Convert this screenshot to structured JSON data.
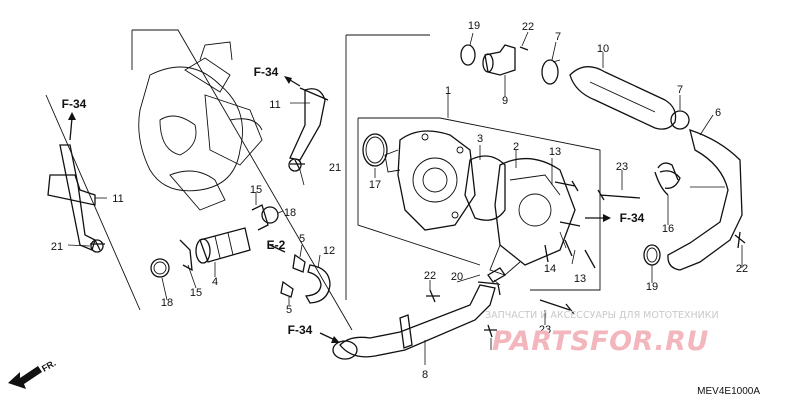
{
  "diagram": {
    "part_numbers": {
      "p1": "1",
      "p2": "2",
      "p3": "3",
      "p4": "4",
      "p5a": "5",
      "p5b": "5",
      "p6": "6",
      "p7a": "7",
      "p7b": "7",
      "p8": "8",
      "p9": "9",
      "p10": "10",
      "p11a": "11",
      "p11b": "11",
      "p12": "12",
      "p13a": "13",
      "p13b": "13",
      "p14": "14",
      "p15a": "15",
      "p15b": "15",
      "p16": "16",
      "p17": "17",
      "p18a": "18",
      "p18b": "18",
      "p19a": "19",
      "p19b": "19",
      "p20": "20",
      "p21a": "21",
      "p21b": "21",
      "p22a": "22",
      "p22b": "22",
      "p22c": "22",
      "p23a": "23",
      "p23b": "23"
    },
    "references": {
      "f34_top": "F-34",
      "f34_left": "F-34",
      "f34_right": "F-34",
      "f34_bottom": "F-34",
      "e2": "E-2"
    },
    "front_marker": "FR.",
    "diagram_code": "MEV4E1000A"
  },
  "watermark": {
    "caption": "ЗАПЧАСТИ И АКСЕССУАРЫ ДЛЯ МОТОТЕХНИКИ",
    "logo_text": "PARTSFOR.RU",
    "logo_color": "#f3b6bd"
  }
}
